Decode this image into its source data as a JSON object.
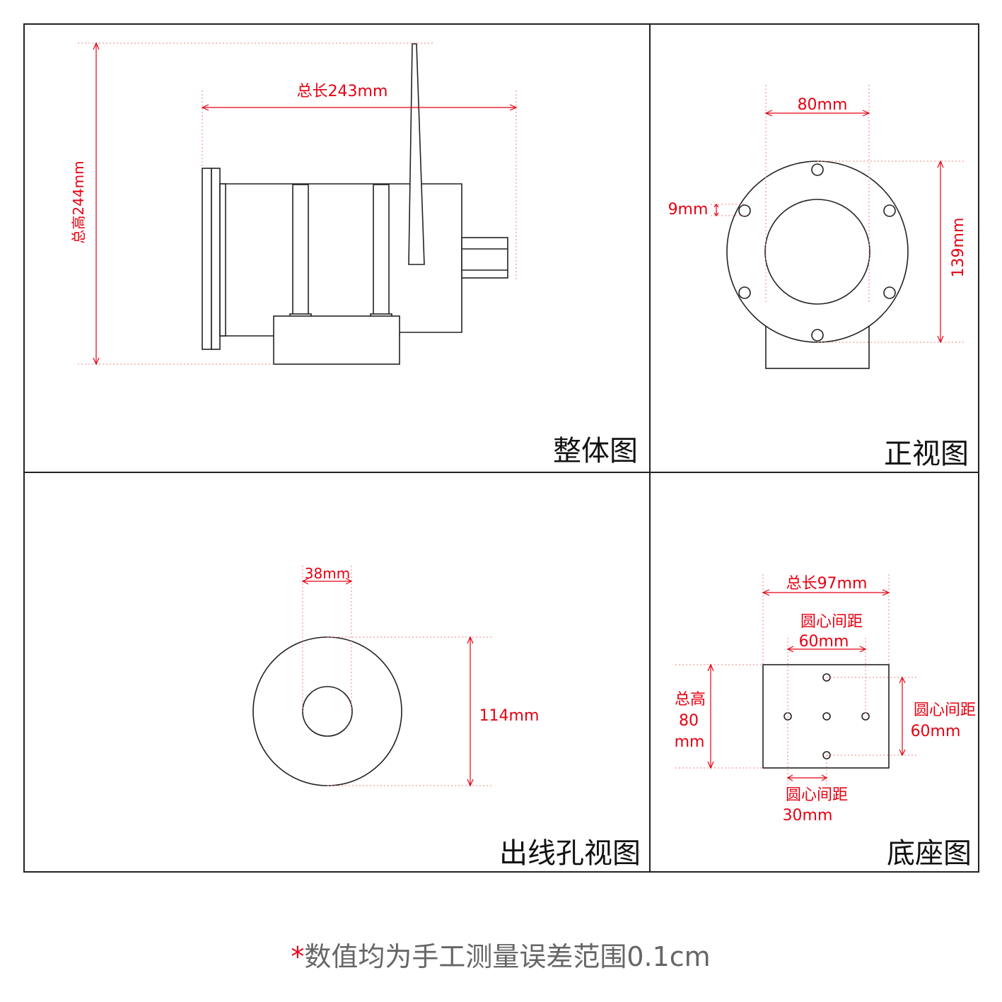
{
  "panels": {
    "overall": {
      "title": "整体图",
      "dims": {
        "height": "总高244mm",
        "length": "总长243mm"
      }
    },
    "front": {
      "title": "正视图",
      "dims": {
        "width": "80mm",
        "hole": "9mm",
        "height": "139mm"
      }
    },
    "outlet": {
      "title": "出线孔视图",
      "dims": {
        "hole": "38mm",
        "diameter": "114mm"
      }
    },
    "base": {
      "title": "底座图",
      "dims": {
        "length": "总长97mm",
        "center_h_label": "圆心间距",
        "center_h_value": "60mm",
        "height_l1": "总高",
        "height_l2": "80",
        "height_l3": "mm",
        "center_v_label": "圆心间距",
        "center_v_value": "60mm",
        "center_b_label": "圆心间距",
        "center_b_value": "30mm"
      }
    }
  },
  "footnote": {
    "star": "*",
    "text": "数值均为手工测量误差范围0.1cm"
  },
  "colors": {
    "dimension": "#e60012",
    "outline": "#222222",
    "note": "#666666"
  }
}
